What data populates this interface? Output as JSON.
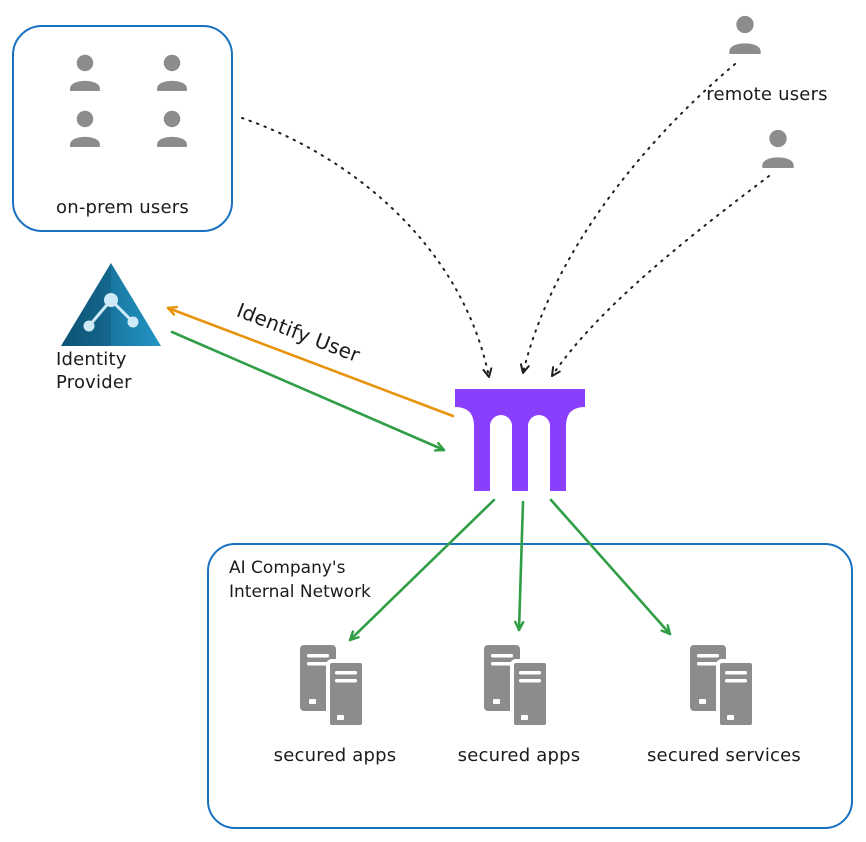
{
  "colors": {
    "box_border_blue": "#1971c2",
    "bridge_purple": "#8a3ffc",
    "arrow_orange": "#e8930c",
    "arrow_green": "#2f9e44",
    "connector_black": "#1e1e1e",
    "icon_gray": "#8c8c8c",
    "idp_blue_dark": "#0e587c",
    "idp_blue_light": "#2496c6"
  },
  "on_prem_group": {
    "label": "on-prem users",
    "user_count": 4,
    "icon": "user-bust-icon"
  },
  "remote_group": {
    "label": "remote users",
    "user_count": 2,
    "icon": "user-bust-icon"
  },
  "identity_provider": {
    "label_line1": "Identity",
    "label_line2": "Provider",
    "icon": "identity-provider-triangle-icon"
  },
  "gateway": {
    "icon": "aqueduct-bridge-icon"
  },
  "flows": {
    "identify_user_label": "Identify User"
  },
  "internal_network": {
    "label_line1": "AI Company's",
    "label_line2": "Internal Network",
    "nodes": [
      {
        "label": "secured apps",
        "icon": "server-stack-icon"
      },
      {
        "label": "secured apps",
        "icon": "server-stack-icon"
      },
      {
        "label": "secured services",
        "icon": "server-stack-icon"
      }
    ]
  }
}
